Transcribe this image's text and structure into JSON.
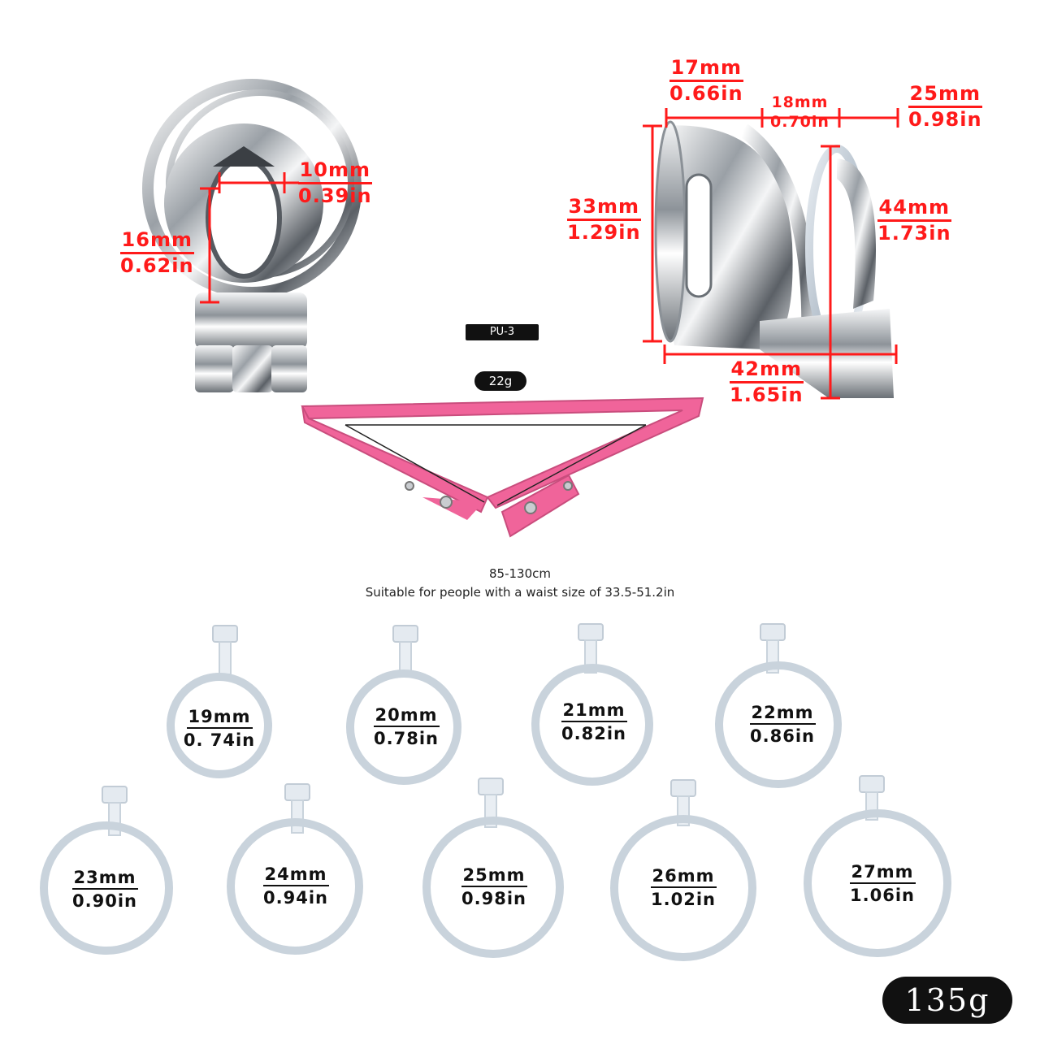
{
  "front_view": {
    "width_mm": "10mm",
    "width_in": "0.39in",
    "height_mm": "16mm",
    "height_in": "0.62in"
  },
  "side_view": {
    "top_left_mm": "17mm",
    "top_left_in": "0.66in",
    "top_mid_mm": "18mm",
    "top_mid_in": "0.70in",
    "top_right_mm": "25mm",
    "top_right_in": "0.98in",
    "left_height_mm": "33mm",
    "left_height_in": "1.29in",
    "right_height_mm": "44mm",
    "right_height_in": "1.73in",
    "length_mm": "42mm",
    "length_in": "1.65in"
  },
  "belt": {
    "model": "PU-3",
    "weight": "22g",
    "length_range": "85-130cm",
    "waist_note": "Suitable for people with a waist size of 33.5-51.2in",
    "color": "#f0649a"
  },
  "rings": [
    {
      "mm": "19mm",
      "in": "0. 74in"
    },
    {
      "mm": "20mm",
      "in": "0.78in"
    },
    {
      "mm": "21mm",
      "in": "0.82in"
    },
    {
      "mm": "22mm",
      "in": "0.86in"
    },
    {
      "mm": "23mm",
      "in": "0.90in"
    },
    {
      "mm": "24mm",
      "in": "0.94in"
    },
    {
      "mm": "25mm",
      "in": "0.98in"
    },
    {
      "mm": "26mm",
      "in": "1.02in"
    },
    {
      "mm": "27mm",
      "in": "1.06in"
    }
  ],
  "total_weight": "135g",
  "colors": {
    "dimension": "#ff1a1a",
    "badge": "#111111"
  }
}
